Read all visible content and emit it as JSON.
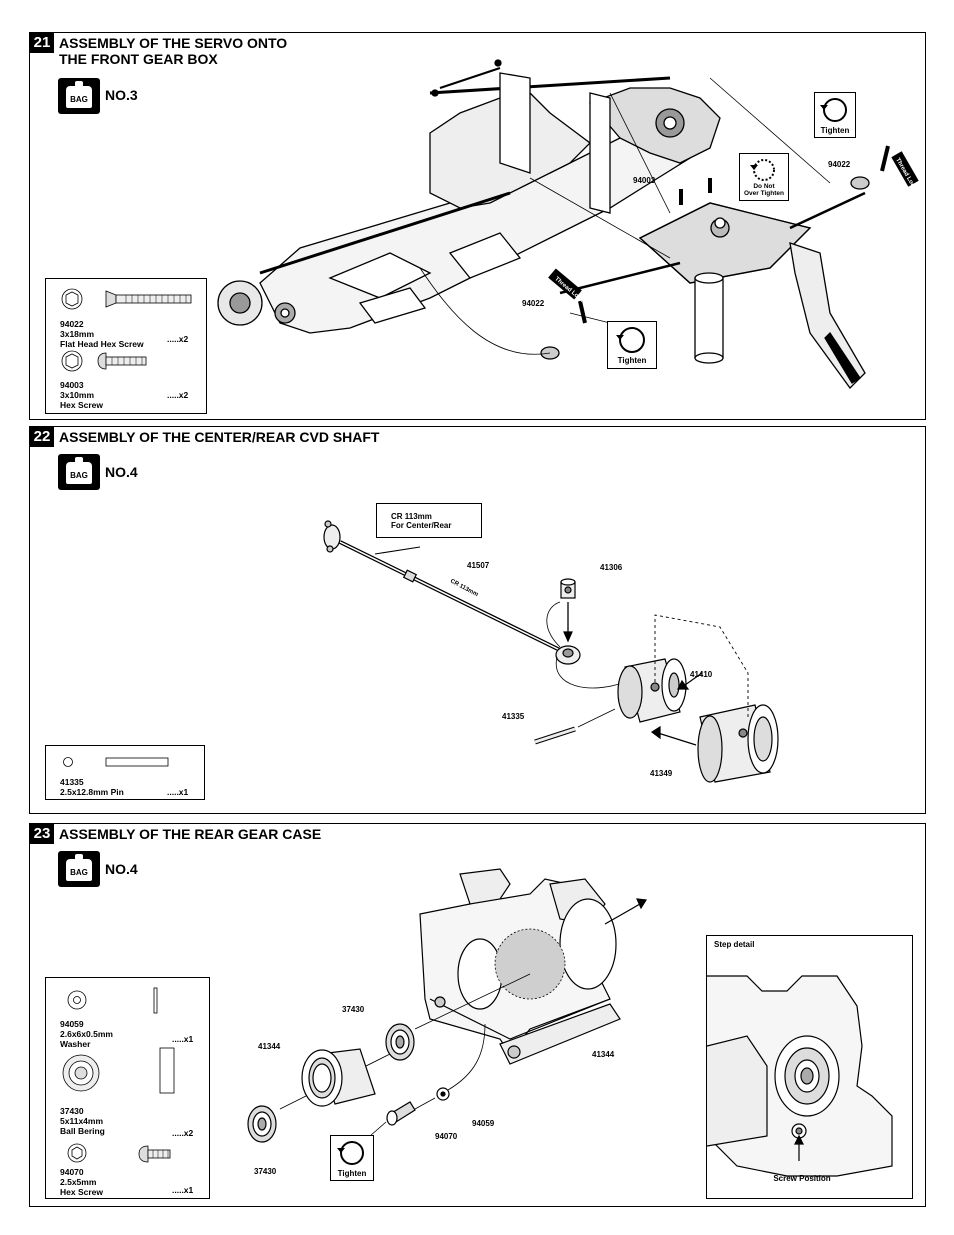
{
  "steps": [
    {
      "number": "21",
      "title_line1": "ASSEMBLY OF THE SERVO ONTO",
      "title_line2": "THE FRONT GEAR BOX",
      "bag_label": "BAG",
      "bag_no": "NO.3",
      "parts": [
        {
          "code": "94022",
          "size": "3x18mm",
          "name": "Flat Head Hex Screw",
          "qty": ".....x2"
        },
        {
          "code": "94003",
          "size": "3x10mm",
          "name": "Hex Screw",
          "qty": ".....x2"
        }
      ],
      "labels": {
        "tighten": "Tighten",
        "screw_left": "94022",
        "screw_right": "94022",
        "screw_center": "94003",
        "do_not_line1": "Do Not",
        "do_not_line2": "Over Tighten",
        "thread_lock": "Thread Lock"
      }
    },
    {
      "number": "22",
      "title_line1": "ASSEMBLY OF THE CENTER/REAR CVD SHAFT",
      "bag_label": "BAG",
      "bag_no": "NO.4",
      "callout_line1": "CR 113mm",
      "callout_line2": "For Center/Rear",
      "shaft_marking": "CR 113mm",
      "part_labels": {
        "shaft": "41507",
        "set_screw": "41306",
        "joint": "41410",
        "pin": "41335",
        "cup": "41349"
      },
      "parts": [
        {
          "code": "41335",
          "name": "2.5x12.8mm Pin",
          "qty": ".....x1"
        }
      ]
    },
    {
      "number": "23",
      "title_line1": "ASSEMBLY OF THE REAR GEAR CASE",
      "bag_label": "BAG",
      "bag_no": "NO.4",
      "part_labels": {
        "bearing_top": "37430",
        "housing_left": "41344",
        "housing_right": "41344",
        "bearing_bottom": "37430",
        "screw": "94070",
        "washer": "94059"
      },
      "tighten": "Tighten",
      "detail_title": "Step detail",
      "detail_caption": "Screw Position",
      "parts": [
        {
          "code": "94059",
          "size": "2.6x6x0.5mm",
          "name": "Washer",
          "qty": ".....x1"
        },
        {
          "code": "37430",
          "size": "5x11x4mm",
          "name": "Ball Bering",
          "qty": ".....x2"
        },
        {
          "code": "94070",
          "size": "2.5x5mm",
          "name": "Hex Screw",
          "qty": ".....x1"
        }
      ]
    }
  ]
}
